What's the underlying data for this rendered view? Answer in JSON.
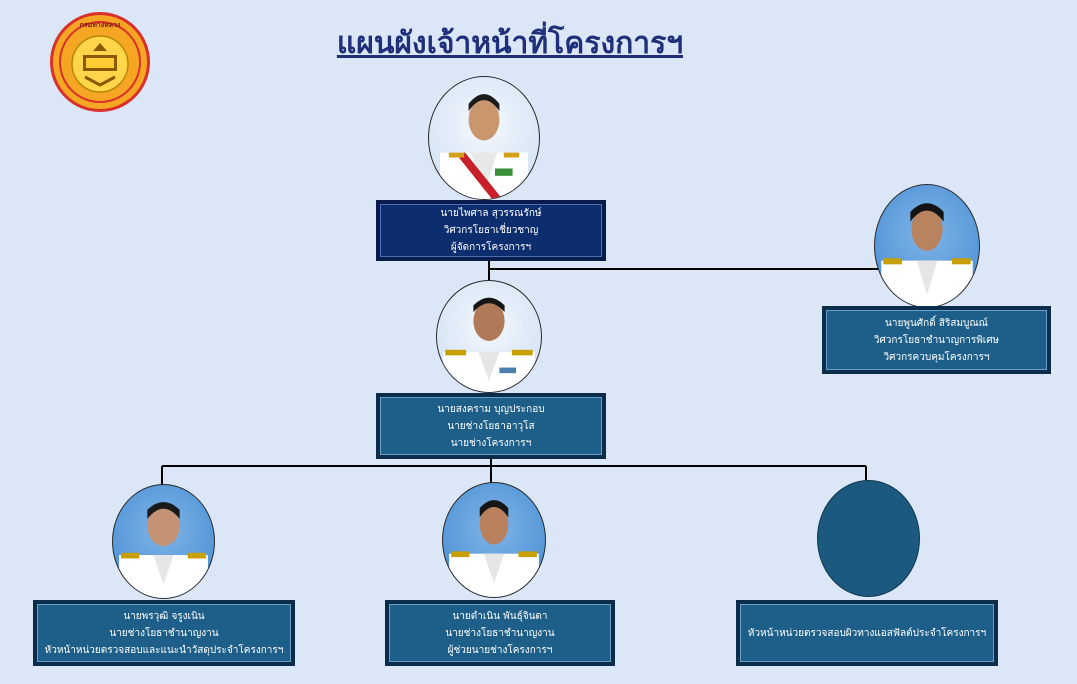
{
  "title": "แผนผังเจ้าหน้าที่โครงการฯ",
  "logo": {
    "text": "กรมทางหลวง",
    "icon": "department-of-highways-seal"
  },
  "colors": {
    "background": "#dbe7f6",
    "box_dark": "#0d2e6e",
    "box_teal": "#1d5f88",
    "title": "#1f2f7a"
  },
  "people": {
    "manager": {
      "name": "นายไพศาล สุวรรณรักษ์",
      "position": "วิศวกรโยธาเชี่ยวชาญ",
      "role": "ผู้จัดการโครงการฯ"
    },
    "supervisor": {
      "name": "นายพูนศักดิ์ สิริสมบูณณ์",
      "position": "วิศวกรโยธาชำนาญการพิเศษ",
      "role": "วิศวกรควบคุมโครงการฯ"
    },
    "engineer": {
      "name": "นายสงคราม บุญประกอบ",
      "position": "นายช่างโยธาอาวุโส",
      "role": "นายช่างโครงการฯ"
    },
    "staff_left": {
      "name": "นายพรวุฒิ จรูงเนิน",
      "position": "นายช่างโยธาชำนาญงาน",
      "role": "หัวหน้าหน่วยตรวจสอบและแนะนำวัสดุประจำโครงการฯ"
    },
    "staff_mid": {
      "name": "นายดำเนิน พันธุ์จินดา",
      "position": "นายช่างโยธาชำนาญงาน",
      "role": "ผู้ช่วยนายช่างโครงการฯ"
    },
    "staff_right": {
      "role": "หัวหน้าหน่วยตรวจสอบผิวทางแอสฟัลต์ประจำโครงการฯ"
    }
  }
}
